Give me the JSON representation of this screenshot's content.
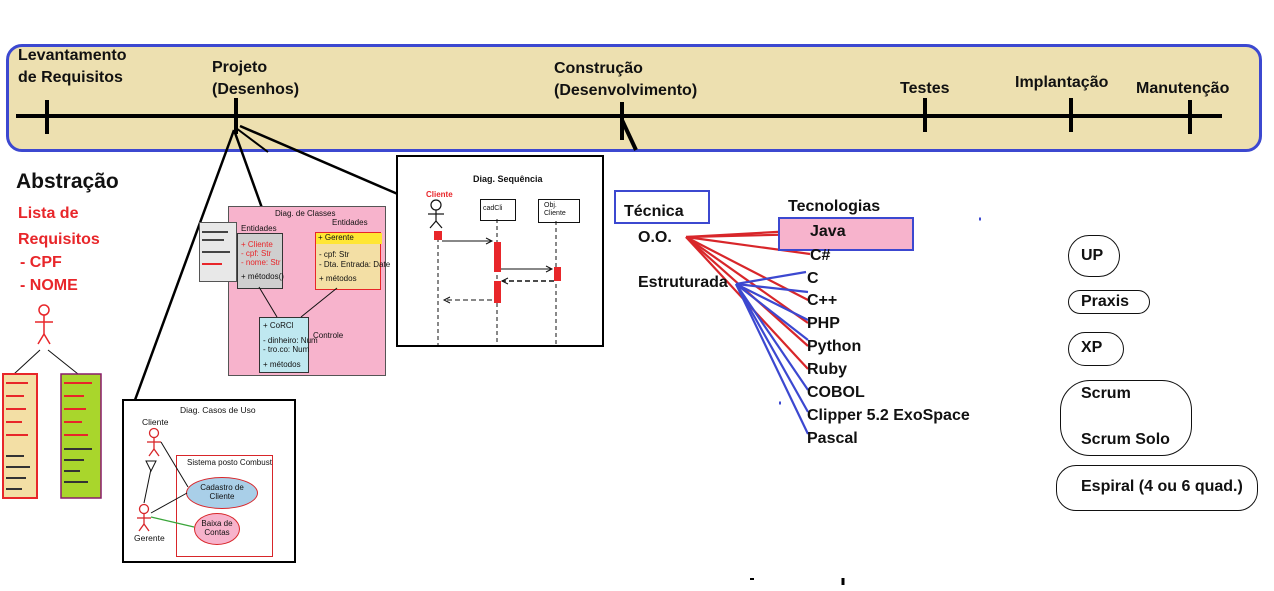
{
  "timeline": {
    "phases": [
      {
        "label": "Levantamento\nde Requisitos"
      },
      {
        "label": "Projeto\n(Desenhos)"
      },
      {
        "label": "Construção\n(Desenvolvimento)"
      },
      {
        "label": "Testes"
      },
      {
        "label": "Implantação"
      },
      {
        "label": "Manutenção"
      }
    ],
    "band_color": "#ede0b0",
    "border_color": "#3c48d0"
  },
  "left": {
    "title": "Abstração",
    "subtitle_line1": "Lista de",
    "subtitle_line2": "Requisitos",
    "items": [
      "- CPF",
      "- NOME"
    ],
    "accent_color": "#e8262a"
  },
  "class_diagram": {
    "title": "Diag. de Classes",
    "entities_label": "Entidades",
    "entity_header": "+ Gerente",
    "entity_fields": [
      "- cpf: Str",
      "- Dta. Entrada: Date"
    ],
    "entity_methods": "+ métodos",
    "left_block_title": "Entidades",
    "left_fields": [
      "+ Cliente",
      "- cpf: Str",
      "- nome: Str"
    ],
    "left_methods": "+ métodos()",
    "control_fields": [
      "+ CoRCl"
    ],
    "control_rows": [
      "- dinheiro: Num",
      "- tro.co: Num"
    ],
    "control_methods": "+ métodos",
    "control_label": "Controle",
    "bg_color": "#f7b3cc"
  },
  "sequence_diagram": {
    "title": "Diag. Sequência",
    "actor": "Cliente",
    "obj1": "cadCli",
    "obj2": "Obj.\nCliente"
  },
  "usecase_diagram": {
    "title": "Diag. Casos de Uso",
    "actor1": "Cliente",
    "actor2": "Gerente",
    "system": "Sistema posto Combust",
    "uc1": "Cadastro de\nCliente",
    "uc2": "Baixa de\nContas"
  },
  "technique": {
    "label": "Técnica",
    "oo": "O.O.",
    "structured": "Estruturada"
  },
  "technologies": {
    "header": "Tecnologias",
    "items": [
      "Java",
      "C#",
      "C",
      "C++",
      "PHP",
      "Python",
      "Ruby",
      "COBOL",
      "Clipper 5.2 ExoSpace",
      "Pascal"
    ],
    "highlight_color": "#f7b3cc"
  },
  "methodologies": {
    "items": [
      "UP",
      "Praxis",
      "XP",
      "Scrum",
      "Scrum Solo",
      "Espiral (4 ou 6 quad.)"
    ]
  }
}
